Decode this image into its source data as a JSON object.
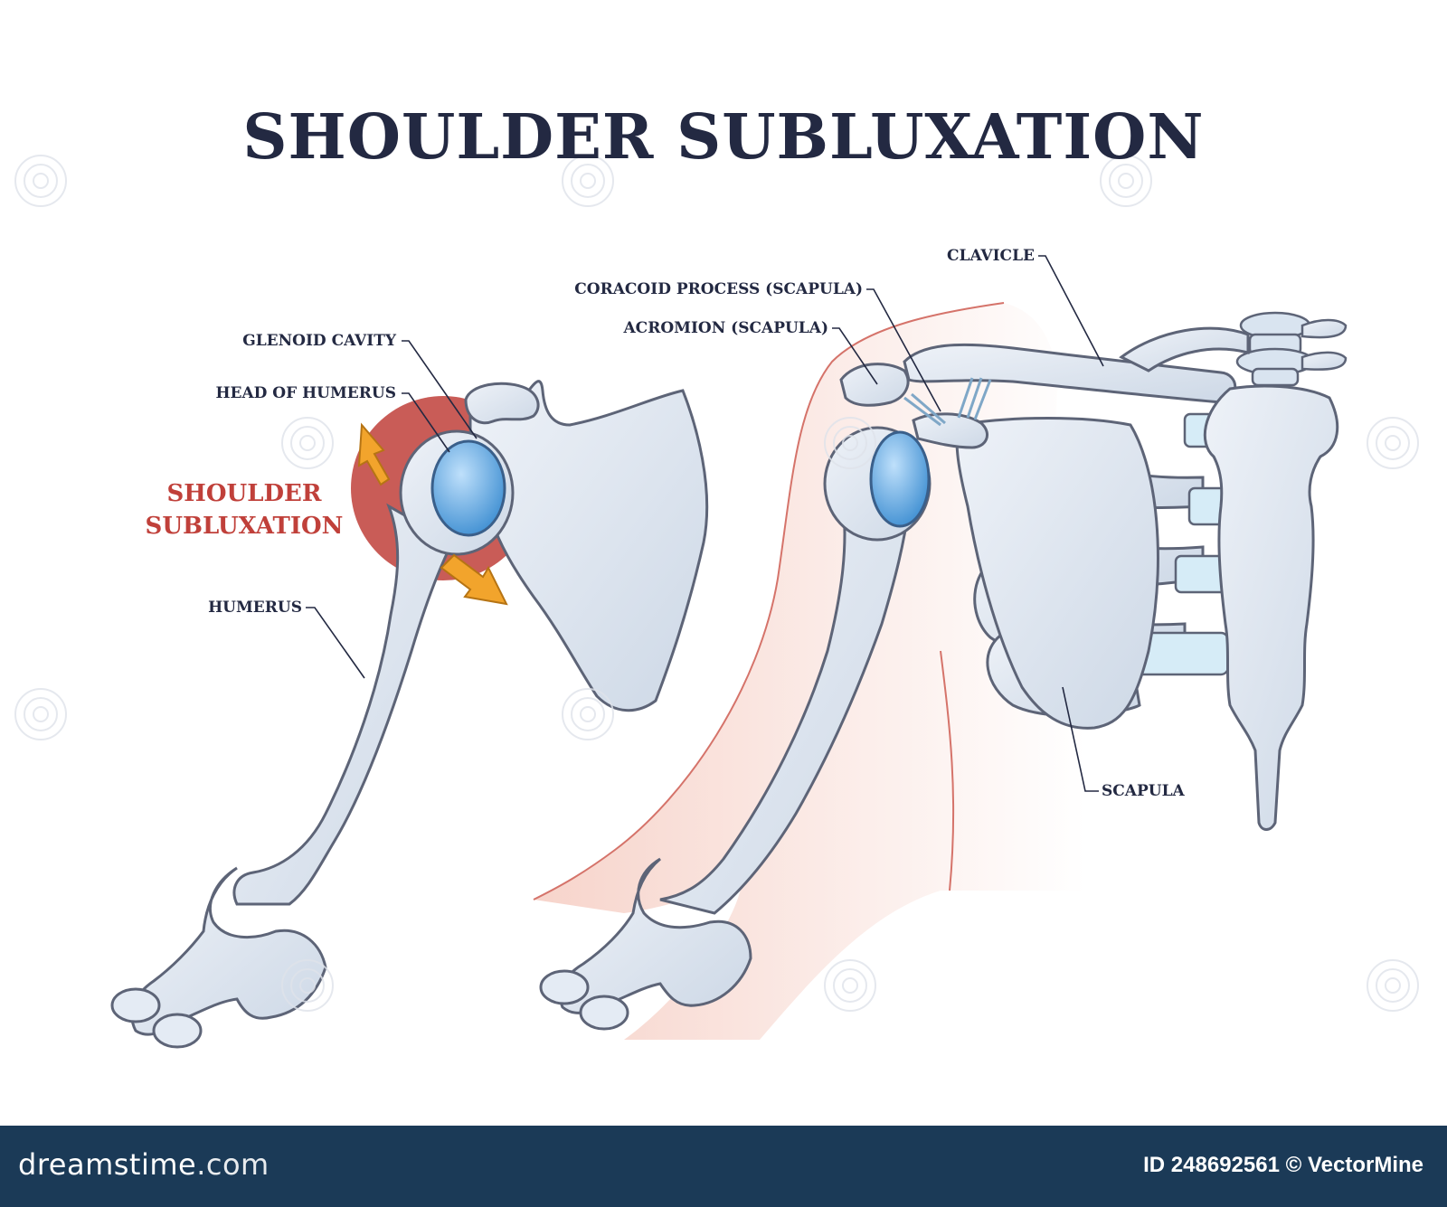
{
  "title": "SHOULDER SUBLUXATION",
  "labels": {
    "glenoid_cavity": "GLENOID CAVITY",
    "head_of_humerus": "HEAD OF HUMERUS",
    "humerus": "HUMERUS",
    "subluxation_line1": "SHOULDER",
    "subluxation_line2": "SUBLUXATION",
    "clavicle": "CLAVICLE",
    "coracoid_process": "CORACOID PROCESS (SCAPULA)",
    "acromion": "ACROMION (SCAPULA)",
    "scapula": "SCAPULA"
  },
  "footer": {
    "brand_name": "dreamstime",
    "brand_tld": ".com",
    "id_text": "ID 248692561",
    "author_text": "© VectorMine"
  },
  "colors": {
    "title": "#232942",
    "bone_fill": "#dfe6f0",
    "bone_stroke": "#5d6477",
    "cartilage": "#5ea6e0",
    "highlight_red": "#c0403a",
    "arrow_orange": "#f2a42c",
    "skin": "#f7d3ca",
    "footer_bg": "#1b3a57"
  },
  "icons": [
    "dreamstime-swirl-icon",
    "arrow-up-left-icon",
    "arrow-down-right-icon"
  ]
}
